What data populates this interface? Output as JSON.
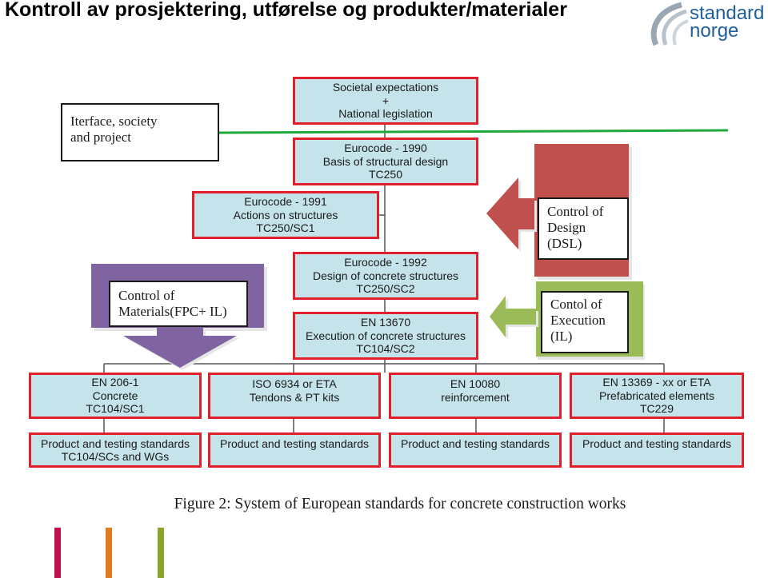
{
  "header": {
    "title": "Kontroll av prosjektering, utførelse og produkter/materialer",
    "logo_line1": "standard",
    "logo_line2": "norge"
  },
  "diagram": {
    "societal": [
      "Societal expectations",
      "+",
      "National legislation"
    ],
    "ec1990": [
      "Eurocode - 1990",
      "Basis of structural design",
      "TC250"
    ],
    "ec1991": [
      "Eurocode - 1991",
      "Actions on structures",
      "TC250/SC1"
    ],
    "ec1992": [
      "Eurocode - 1992",
      "Design of concrete structures",
      "TC250/SC2"
    ],
    "en13670": [
      "EN 13670",
      "Execution of concrete structures",
      "TC104/SC2"
    ],
    "products": [
      {
        "lines": [
          "EN 206-1",
          "Concrete",
          "TC104/SC1"
        ]
      },
      {
        "lines": [
          "ISO 6934 or ETA",
          "Tendons & PT kits"
        ]
      },
      {
        "lines": [
          "EN 10080",
          "reinforcement"
        ]
      },
      {
        "lines": [
          "EN 13369 - xx or ETA",
          "Prefabricated elements",
          "TC229"
        ]
      }
    ],
    "standards": [
      {
        "lines": [
          "Product and testing standards",
          "TC104/SCs and WGs"
        ]
      },
      {
        "lines": [
          "Product and testing standards"
        ]
      },
      {
        "lines": [
          "Product and testing standards"
        ]
      },
      {
        "lines": [
          "Product and testing standards"
        ]
      }
    ],
    "interface_note": [
      "Iterface, society",
      "and project"
    ],
    "design_note": [
      "Control of",
      "Design",
      "(DSL)"
    ],
    "execution_note": [
      "Contol of",
      "Execution",
      "(IL)"
    ],
    "materials_note": [
      "Control of",
      "Materials(FPC+ IL)"
    ],
    "caption": "Figure 2: System of European standards for concrete construction works"
  },
  "colors": {
    "box_fill": "#c5e3ea",
    "box_border": "#e0202a",
    "design_arrow": "#c0504d",
    "execution_arrow": "#9bbb59",
    "materials_arrow": "#8064a2",
    "separator": "#1fa83a",
    "brand_blue": "#1f5f9e"
  },
  "footer_bars": [
    "#c0134e",
    "#e07b1e",
    "#8aa52a"
  ]
}
